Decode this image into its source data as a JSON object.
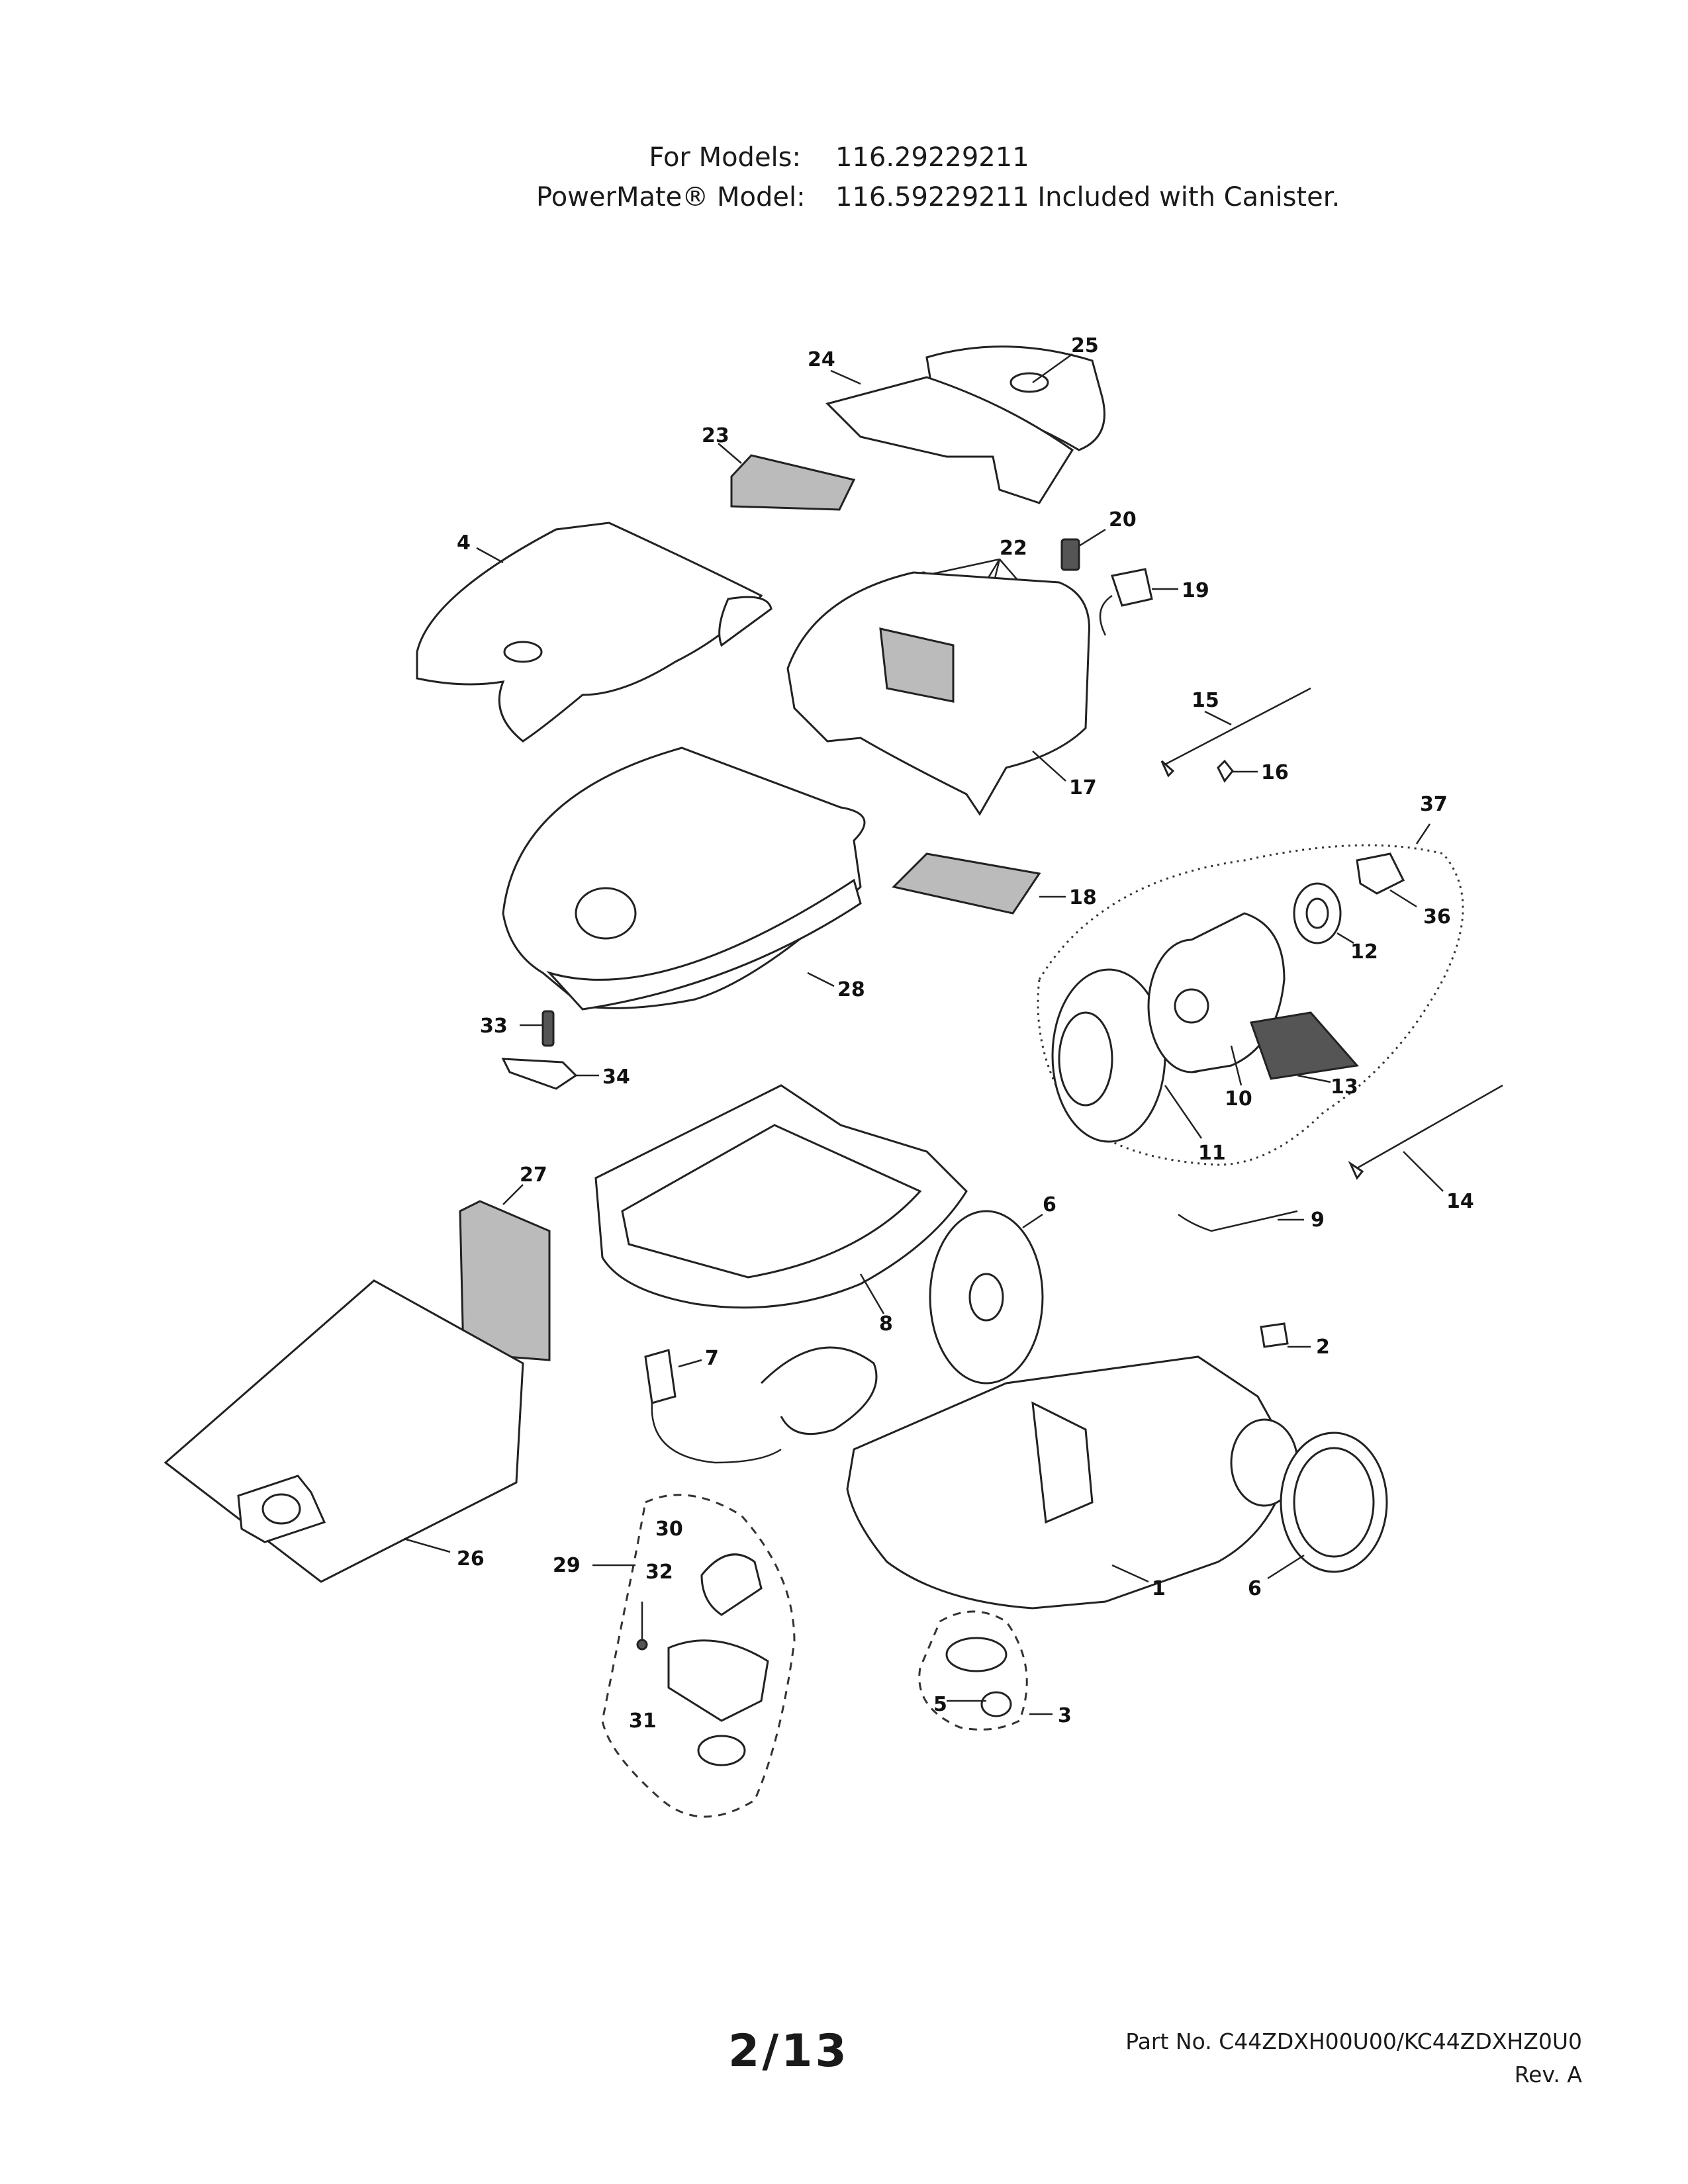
{
  "header": {
    "models_label": "For Models:",
    "models_value": "116.29229211",
    "powermate_label": "PowerMate® Model:",
    "powermate_value": "116.59229211 Included with Canister."
  },
  "callouts": [
    "1",
    "2",
    "3",
    "4",
    "5",
    "6",
    "6b",
    "7",
    "8",
    "9",
    "10",
    "11",
    "12",
    "13",
    "14",
    "15",
    "16",
    "17",
    "18",
    "19",
    "20",
    "22",
    "23",
    "24",
    "25",
    "26",
    "27",
    "28",
    "29",
    "30",
    "31",
    "32",
    "33",
    "34",
    "36",
    "37"
  ],
  "labels": {
    "n1": "1",
    "n2": "2",
    "n3": "3",
    "n4": "4",
    "n5": "5",
    "n6": "6",
    "n6b": "6",
    "n7": "7",
    "n8": "8",
    "n9": "9",
    "n10": "10",
    "n11": "11",
    "n12": "12",
    "n13": "13",
    "n14": "14",
    "n15": "15",
    "n16": "16",
    "n17": "17",
    "n18": "18",
    "n19": "19",
    "n20": "20",
    "n22": "22",
    "n23": "23",
    "n24": "24",
    "n25": "25",
    "n26": "26",
    "n27": "27",
    "n28": "28",
    "n29": "29",
    "n30": "30",
    "n31": "31",
    "n32": "32",
    "n33": "33",
    "n34": "34",
    "n36": "36",
    "n37": "37"
  },
  "footer": {
    "page": "2/13",
    "part_no": "Part No. C44ZDXH00U00/KC44ZDXHZ0U0",
    "rev": "Rev. A"
  }
}
